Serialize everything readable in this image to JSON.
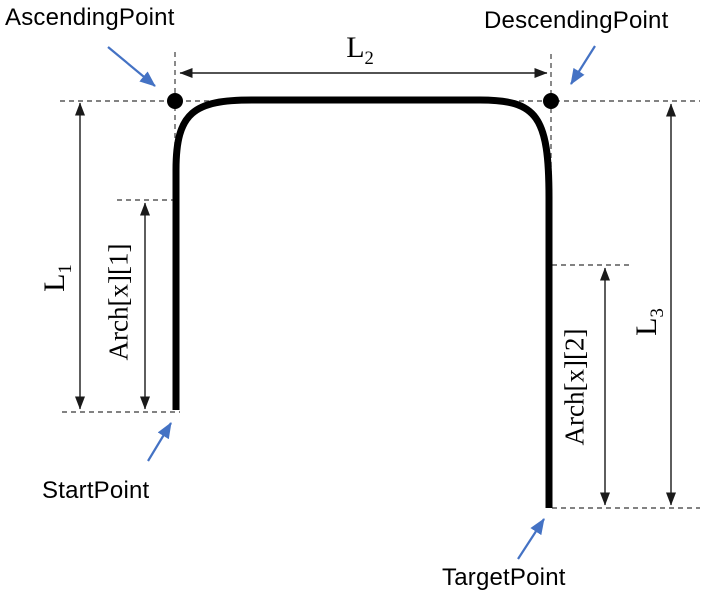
{
  "diagram": {
    "title": "arch-trajectory-diagram",
    "points": {
      "ascending": {
        "label": "AscendingPoint"
      },
      "descending": {
        "label": "DescendingPoint"
      },
      "start": {
        "label": "StartPoint"
      },
      "target": {
        "label": "TargetPoint"
      }
    },
    "dimensions": {
      "l1": {
        "base": "L",
        "sub": "1"
      },
      "l2": {
        "base": "L",
        "sub": "2"
      },
      "l3": {
        "base": "L",
        "sub": "3"
      },
      "arch1": {
        "label": "Arch[x][1]"
      },
      "arch2": {
        "label": "Arch[x][2]"
      }
    },
    "colors": {
      "path": "#000000",
      "dimension_line": "#1a1a1a",
      "dashed_guide": "#595959",
      "annotation_arrow": "#4472C4"
    }
  }
}
